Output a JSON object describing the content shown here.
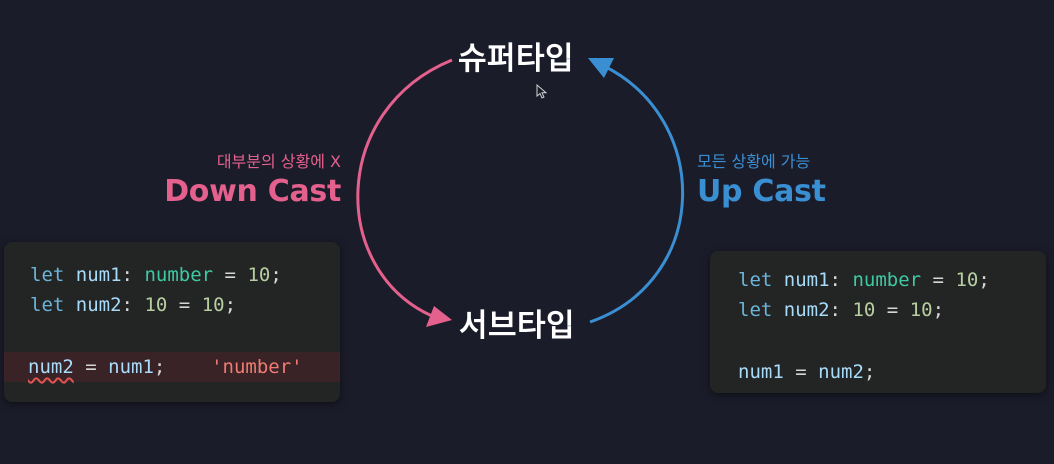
{
  "nodes": {
    "supertype": "슈퍼타입",
    "subtype": "서브타입"
  },
  "down_cast": {
    "note": "대부분의 상황에 X",
    "label": "Down Cast"
  },
  "up_cast": {
    "note": "모든 상황에 가능",
    "label": "Up Cast"
  },
  "left_code": {
    "line1": {
      "kw": "let",
      "var": "num1",
      "colon": ":",
      "type": "number",
      "eq": "=",
      "val": "10",
      "semi": ";"
    },
    "line2": {
      "kw": "let",
      "var": "num2",
      "colon": ":",
      "type": "10",
      "eq": "=",
      "val": "10",
      "semi": ";"
    },
    "line4": {
      "lhs": "num2",
      "eq": "=",
      "rhs": "num1",
      "semi": ";",
      "hint": "'number'"
    }
  },
  "right_code": {
    "line1": {
      "kw": "let",
      "var": "num1",
      "colon": ":",
      "type": "number",
      "eq": "=",
      "val": "10",
      "semi": ";"
    },
    "line2": {
      "kw": "let",
      "var": "num2",
      "colon": ":",
      "type": "10",
      "eq": "=",
      "val": "10",
      "semi": ";"
    },
    "line4": {
      "lhs": "num1",
      "eq": "=",
      "rhs": "num2",
      "semi": ";"
    }
  },
  "colors": {
    "background": "#1b1c2a",
    "down_cast": "#e4608d",
    "up_cast": "#3a8fd2",
    "keyword": "#6cb5da",
    "variable": "#a8dcfb",
    "type": "#3fc9a3",
    "number": "#b7cfa0",
    "error": "#e05551"
  },
  "icons": [
    "mouse-cursor-icon"
  ]
}
